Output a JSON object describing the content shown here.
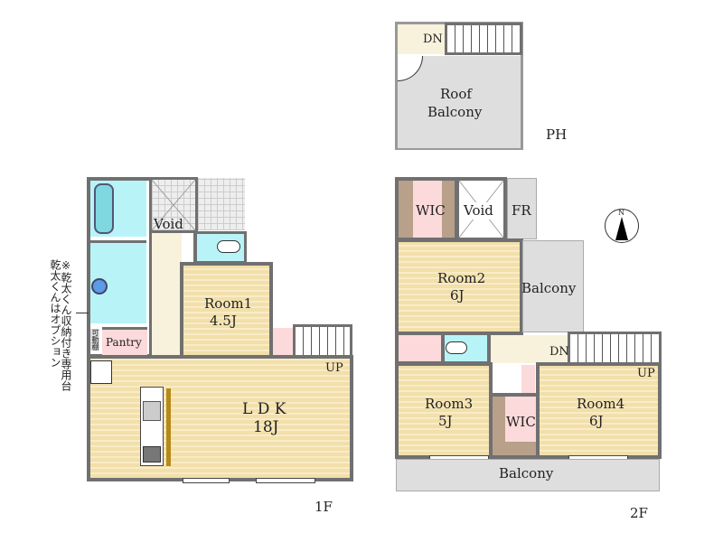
{
  "penthouse": {
    "level": "PH",
    "stairs_label": "DN",
    "roof_balcony_line1": "Roof",
    "roof_balcony_line2": "Balcony"
  },
  "floor1": {
    "level": "1F",
    "void": "Void",
    "room1_name": "Room1",
    "room1_size": "4.5J",
    "pantry": "Pantry",
    "shelf": "可動棚",
    "ldk_name": "L D K",
    "ldk_size": "18J",
    "stairs_label": "UP",
    "note_line1": "※乾太くん収納付き専用台",
    "note_line2": "乾太くんはオプション"
  },
  "floor2": {
    "level": "2F",
    "wic_top": "WIC",
    "void": "Void",
    "fr": "FR",
    "room2_name": "Room2",
    "room2_size": "6J",
    "balcony_side": "Balcony",
    "dn": "DN",
    "up": "UP",
    "room3_name": "Room3",
    "room3_size": "5J",
    "wic_bottom": "WIC",
    "room4_name": "Room4",
    "room4_size": "6J",
    "balcony_bottom": "Balcony"
  },
  "compass": {
    "label": "N"
  },
  "colors": {
    "wall": "#707070",
    "floor": "#f2dfaa",
    "wet": "#b8f4f7",
    "closet": "#fcd9da",
    "balcony": "#dedede"
  }
}
